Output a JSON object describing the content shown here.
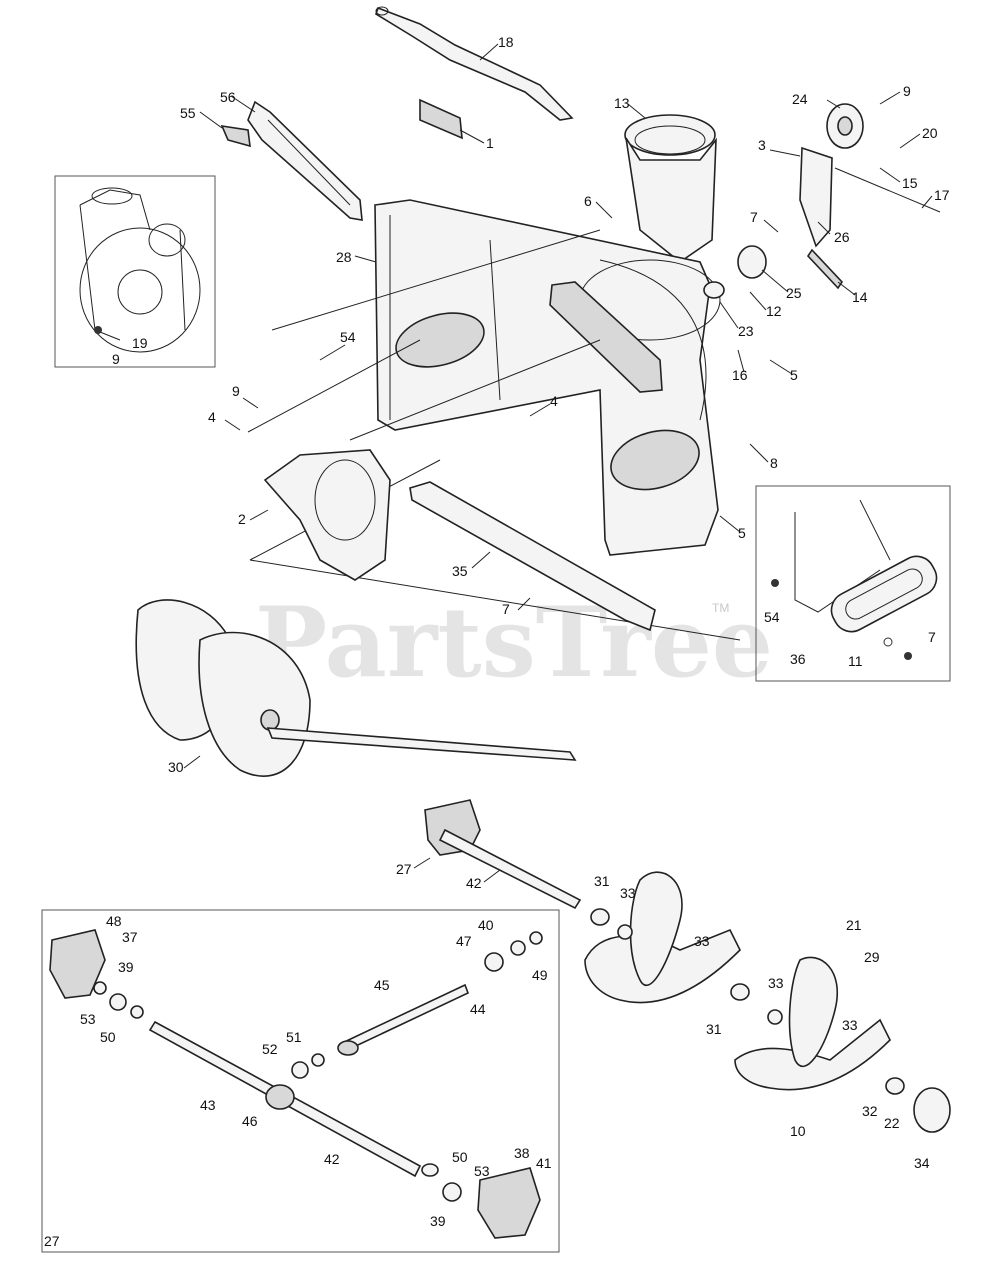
{
  "diagram": {
    "watermark": "PartsTree",
    "watermark_tm": "TM",
    "inset_label": "27",
    "callouts": [
      {
        "id": "c18",
        "text": "18"
      },
      {
        "id": "c1",
        "text": "1"
      },
      {
        "id": "c13",
        "text": "13"
      },
      {
        "id": "c24",
        "text": "24"
      },
      {
        "id": "c9a",
        "text": "9"
      },
      {
        "id": "c3",
        "text": "3"
      },
      {
        "id": "c20",
        "text": "20"
      },
      {
        "id": "c15",
        "text": "15"
      },
      {
        "id": "c17",
        "text": "17"
      },
      {
        "id": "c56",
        "text": "56"
      },
      {
        "id": "c55",
        "text": "55"
      },
      {
        "id": "c6",
        "text": "6"
      },
      {
        "id": "c7a",
        "text": "7"
      },
      {
        "id": "c26",
        "text": "26"
      },
      {
        "id": "c28",
        "text": "28"
      },
      {
        "id": "c25",
        "text": "25"
      },
      {
        "id": "c12",
        "text": "12"
      },
      {
        "id": "c23",
        "text": "23"
      },
      {
        "id": "c14",
        "text": "14"
      },
      {
        "id": "c54a",
        "text": "54"
      },
      {
        "id": "c19",
        "text": "19"
      },
      {
        "id": "c9b",
        "text": "9"
      },
      {
        "id": "c16",
        "text": "16"
      },
      {
        "id": "c5a",
        "text": "5"
      },
      {
        "id": "c9c",
        "text": "9"
      },
      {
        "id": "c4a",
        "text": "4"
      },
      {
        "id": "c4b",
        "text": "4"
      },
      {
        "id": "c8",
        "text": "8"
      },
      {
        "id": "c2",
        "text": "2"
      },
      {
        "id": "c5b",
        "text": "5"
      },
      {
        "id": "c35",
        "text": "35"
      },
      {
        "id": "c7b",
        "text": "7"
      },
      {
        "id": "c54b",
        "text": "54"
      },
      {
        "id": "c36",
        "text": "36"
      },
      {
        "id": "c11",
        "text": "11"
      },
      {
        "id": "c7c",
        "text": "7"
      },
      {
        "id": "c30",
        "text": "30"
      },
      {
        "id": "c27a",
        "text": "27"
      },
      {
        "id": "c42a",
        "text": "42"
      },
      {
        "id": "c31a",
        "text": "31"
      },
      {
        "id": "c33a",
        "text": "33"
      },
      {
        "id": "c48",
        "text": "48"
      },
      {
        "id": "c37",
        "text": "37"
      },
      {
        "id": "c40",
        "text": "40"
      },
      {
        "id": "c47",
        "text": "47"
      },
      {
        "id": "c49",
        "text": "49"
      },
      {
        "id": "c39a",
        "text": "39"
      },
      {
        "id": "c45",
        "text": "45"
      },
      {
        "id": "c44",
        "text": "44"
      },
      {
        "id": "c53a",
        "text": "53"
      },
      {
        "id": "c50a",
        "text": "50"
      },
      {
        "id": "c33b",
        "text": "33"
      },
      {
        "id": "c21",
        "text": "21"
      },
      {
        "id": "c29",
        "text": "29"
      },
      {
        "id": "c33c",
        "text": "33"
      },
      {
        "id": "c31b",
        "text": "31"
      },
      {
        "id": "c33d",
        "text": "33"
      },
      {
        "id": "c51",
        "text": "51"
      },
      {
        "id": "c52",
        "text": "52"
      },
      {
        "id": "c43",
        "text": "43"
      },
      {
        "id": "c46",
        "text": "46"
      },
      {
        "id": "c32",
        "text": "32"
      },
      {
        "id": "c22",
        "text": "22"
      },
      {
        "id": "c10",
        "text": "10"
      },
      {
        "id": "c34",
        "text": "34"
      },
      {
        "id": "c42b",
        "text": "42"
      },
      {
        "id": "c50b",
        "text": "50"
      },
      {
        "id": "c53b",
        "text": "53"
      },
      {
        "id": "c38",
        "text": "38"
      },
      {
        "id": "c41",
        "text": "41"
      },
      {
        "id": "c39b",
        "text": "39"
      }
    ]
  }
}
